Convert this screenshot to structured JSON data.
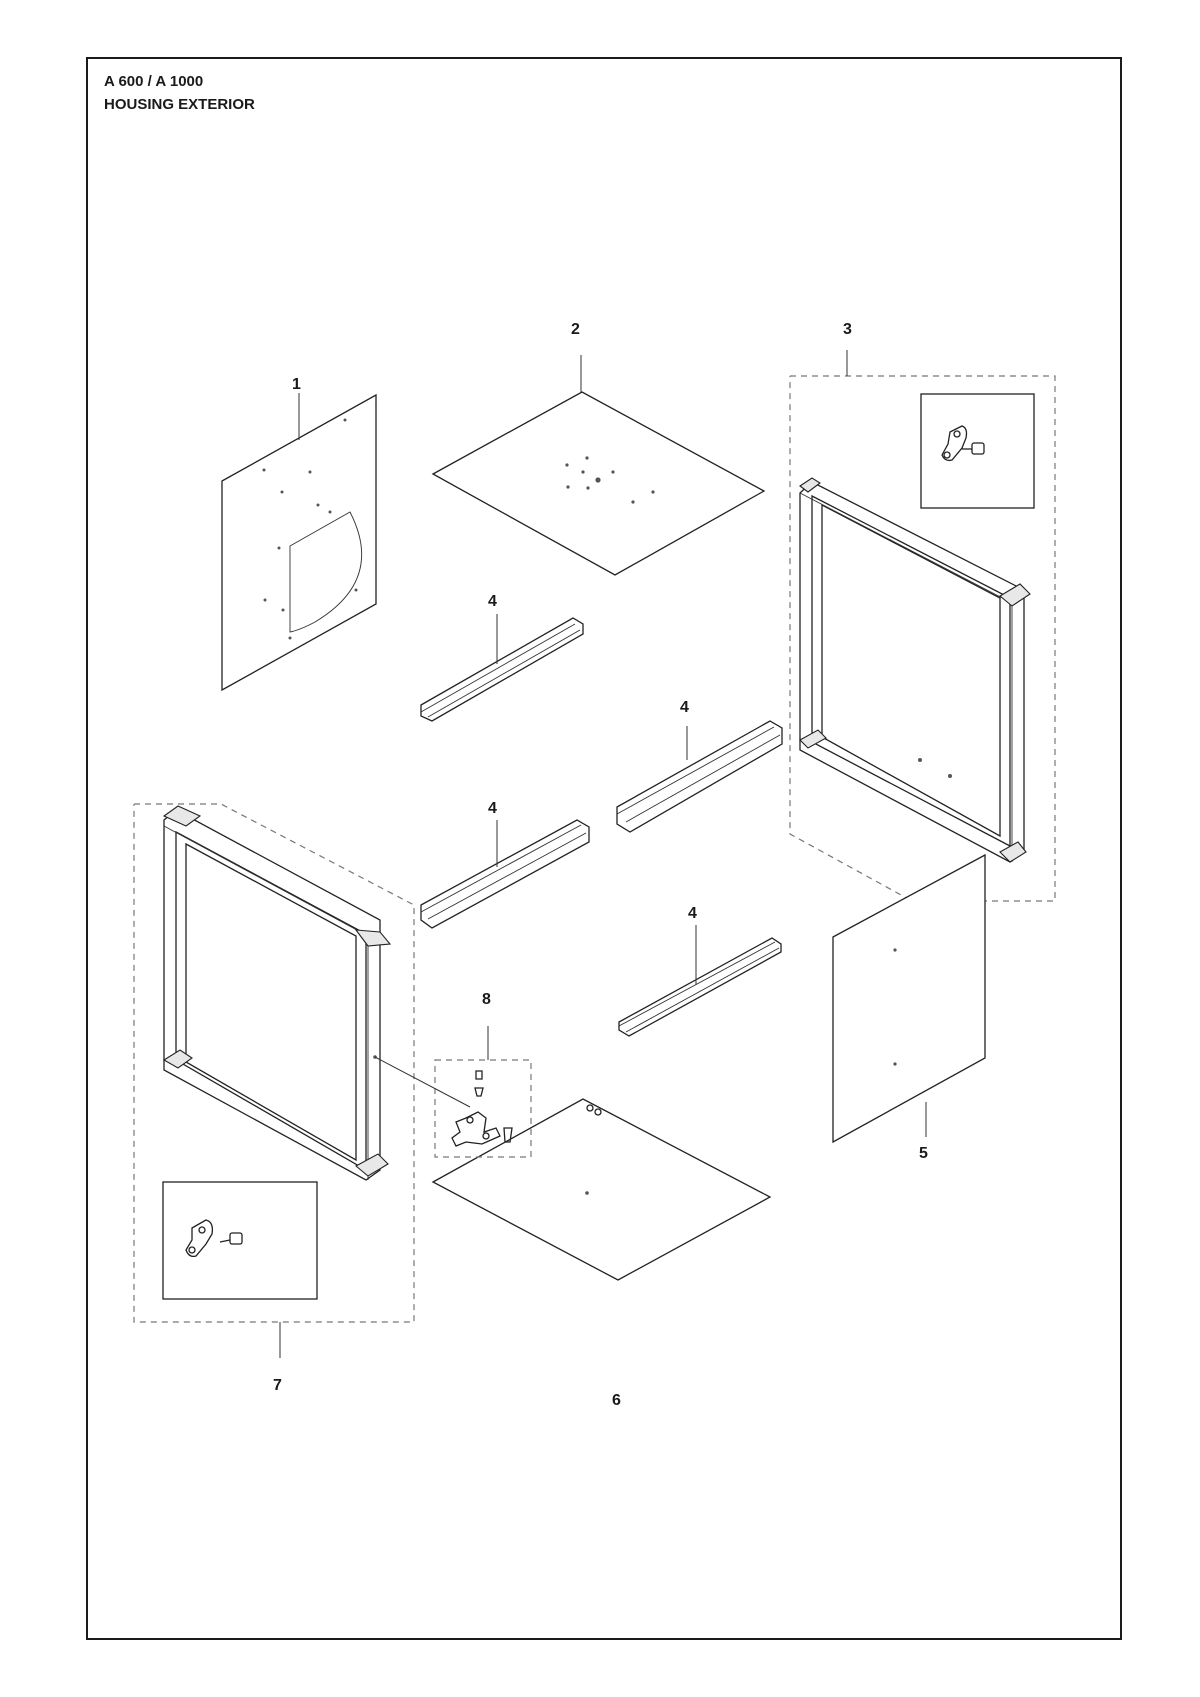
{
  "header": {
    "model": "A 600 / A 1000",
    "section": "HOUSING EXTERIOR"
  },
  "callouts": {
    "c1": "1",
    "c2": "2",
    "c3": "3",
    "c4a": "4",
    "c4b": "4",
    "c4c": "4",
    "c4d": "4",
    "c5": "5",
    "c6": "6",
    "c7": "7",
    "c8": "8"
  },
  "colors": {
    "line": "#1a1a1a",
    "dashed_group": "#777777",
    "background": "#ffffff"
  }
}
